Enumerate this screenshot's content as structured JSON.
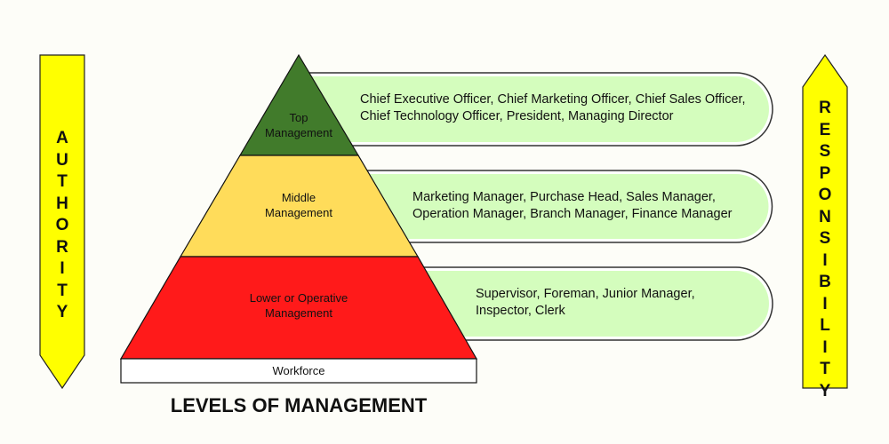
{
  "title": "LEVELS OF MANAGEMENT",
  "left_arrow": {
    "label": "AUTHORITY"
  },
  "right_arrow": {
    "label": "RESPONSIBILITY"
  },
  "levels": [
    {
      "name": "Top Management",
      "line1": "Top",
      "line2": "Management",
      "color": "#417b2b",
      "roles1": "Chief Executive Officer, Chief Marketing Officer, Chief Sales Officer,",
      "roles2": "Chief Technology Officer, President, Managing Director"
    },
    {
      "name": "Middle Management",
      "line1": "Middle",
      "line2": "Management",
      "color": "#ffdc5a",
      "roles1": "Marketing Manager, Purchase Head, Sales Manager,",
      "roles2": "Operation Manager, Branch Manager, Finance Manager"
    },
    {
      "name": "Lower or Operative Management",
      "line1": "Lower or Operative",
      "line2": "Management",
      "color": "#ff1a1a",
      "roles1": "Supervisor, Foreman, Junior Manager,",
      "roles2": "Inspector, Clerk"
    }
  ],
  "base": {
    "label": "Workforce"
  },
  "colors": {
    "pill": "#d4fdbd",
    "arrow": "#ffff00"
  }
}
